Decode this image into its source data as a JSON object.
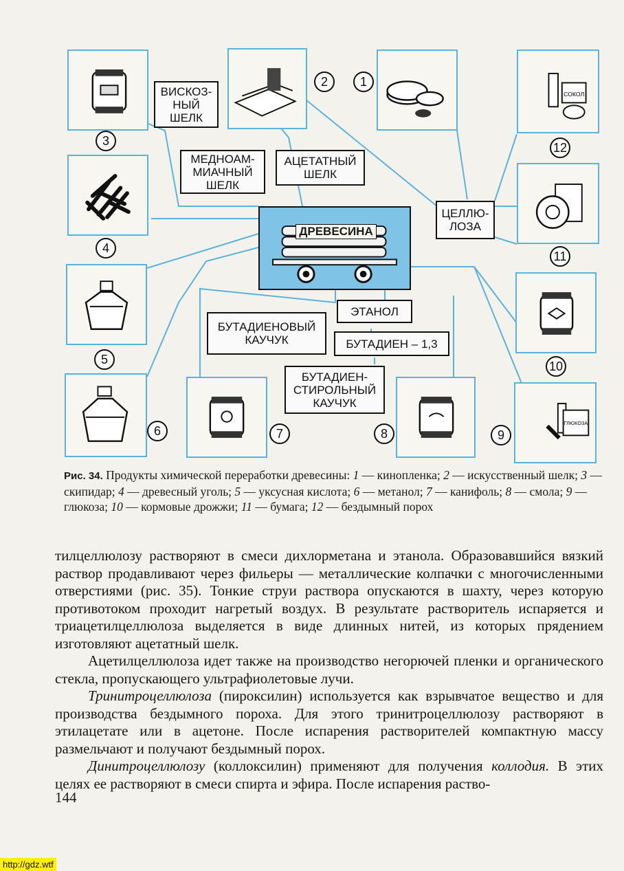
{
  "diagram": {
    "center_label": "ДРЕВЕСИНА",
    "label_boxes": {
      "viscose": "ВИСКОЗ-\nНЫЙ\nШЕЛК",
      "copper": "МЕДНОАМ-\nМИАЧНЫЙ\nШЕЛК",
      "acetate": "АЦЕТАТНЫЙ\nШЕЛК",
      "cellulose": "ЦЕЛЛЮ-\nЛОЗА",
      "ethanol": "ЭТАНОЛ",
      "butadiene_rubber": "БУТАДИЕНОВЫЙ\nКАУЧУК",
      "butadiene": "БУТАДИЕН – 1,3",
      "styrene_rubber": "БУТАДИЕН-\nСТИРОЛЬНЫЙ\nКАУЧУК"
    },
    "numbers": [
      "1",
      "2",
      "3",
      "4",
      "5",
      "6",
      "7",
      "8",
      "9",
      "10",
      "11",
      "12"
    ],
    "glucose_label": "ГЛЮКОЗА",
    "sokol_label": "СОКОЛ"
  },
  "caption": {
    "lead": "Рис. 34.",
    "intro": " Продукты химической переработки древесины: ",
    "items": [
      {
        "n": "1",
        "t": " — кинопленка; "
      },
      {
        "n": "2",
        "t": " — искусственный шелк; "
      },
      {
        "n": "3",
        "t": " — скипидар; "
      },
      {
        "n": "4",
        "t": " — древесный уголь; "
      },
      {
        "n": "5",
        "t": " — уксусная кислота; "
      },
      {
        "n": "6",
        "t": " — метанол; "
      },
      {
        "n": "7",
        "t": " — канифоль; "
      },
      {
        "n": "8",
        "t": " — смола; "
      },
      {
        "n": "9",
        "t": " — глюкоза; "
      },
      {
        "n": "10",
        "t": " — кормовые дрожжи; "
      },
      {
        "n": "11",
        "t": " — бумага; "
      },
      {
        "n": "12",
        "t": " — бездымный порох"
      }
    ]
  },
  "body": {
    "p1": "тилцеллюлозу растворяют в смеси дихлорметана и этанола. Образовавшийся вязкий раствор продавливают через фильеры — металлические колпачки с многочисленными отверстиями (рис. 35). Тонкие струи раствора опускаются в шахту, через которую противотоком проходит нагретый воздух. В результате растворитель испаряется и триацетилцеллюлоза выделяется в виде длинных нитей, из которых прядением изготовляют ацетатный шелк.",
    "p2": "Ацетилцеллюлоза идет также на производство негорючей пленки и органического стекла, пропускающего ультрафиолетовые лучи.",
    "p3_italic": "Тринитроцеллюлоза",
    "p3_rest": " (пироксилин) используется как взрывчатое вещество и для производства бездымного пороха. Для этого тринитроцеллюлозу растворяют в этилацетате или в ацетоне. После испарения растворителей компактную массу размельчают и получают бездымный порох.",
    "p4_italic": "Динитроцеллюлозу",
    "p4_mid": " (коллоксилин) применяют для получения ",
    "p4_italic2": "коллодия.",
    "p4_rest": " В этих целях ее растворяют в смеси спирта и эфира. После испарения раство-"
  },
  "page_number": "144",
  "url": "http://gdz.wtf"
}
